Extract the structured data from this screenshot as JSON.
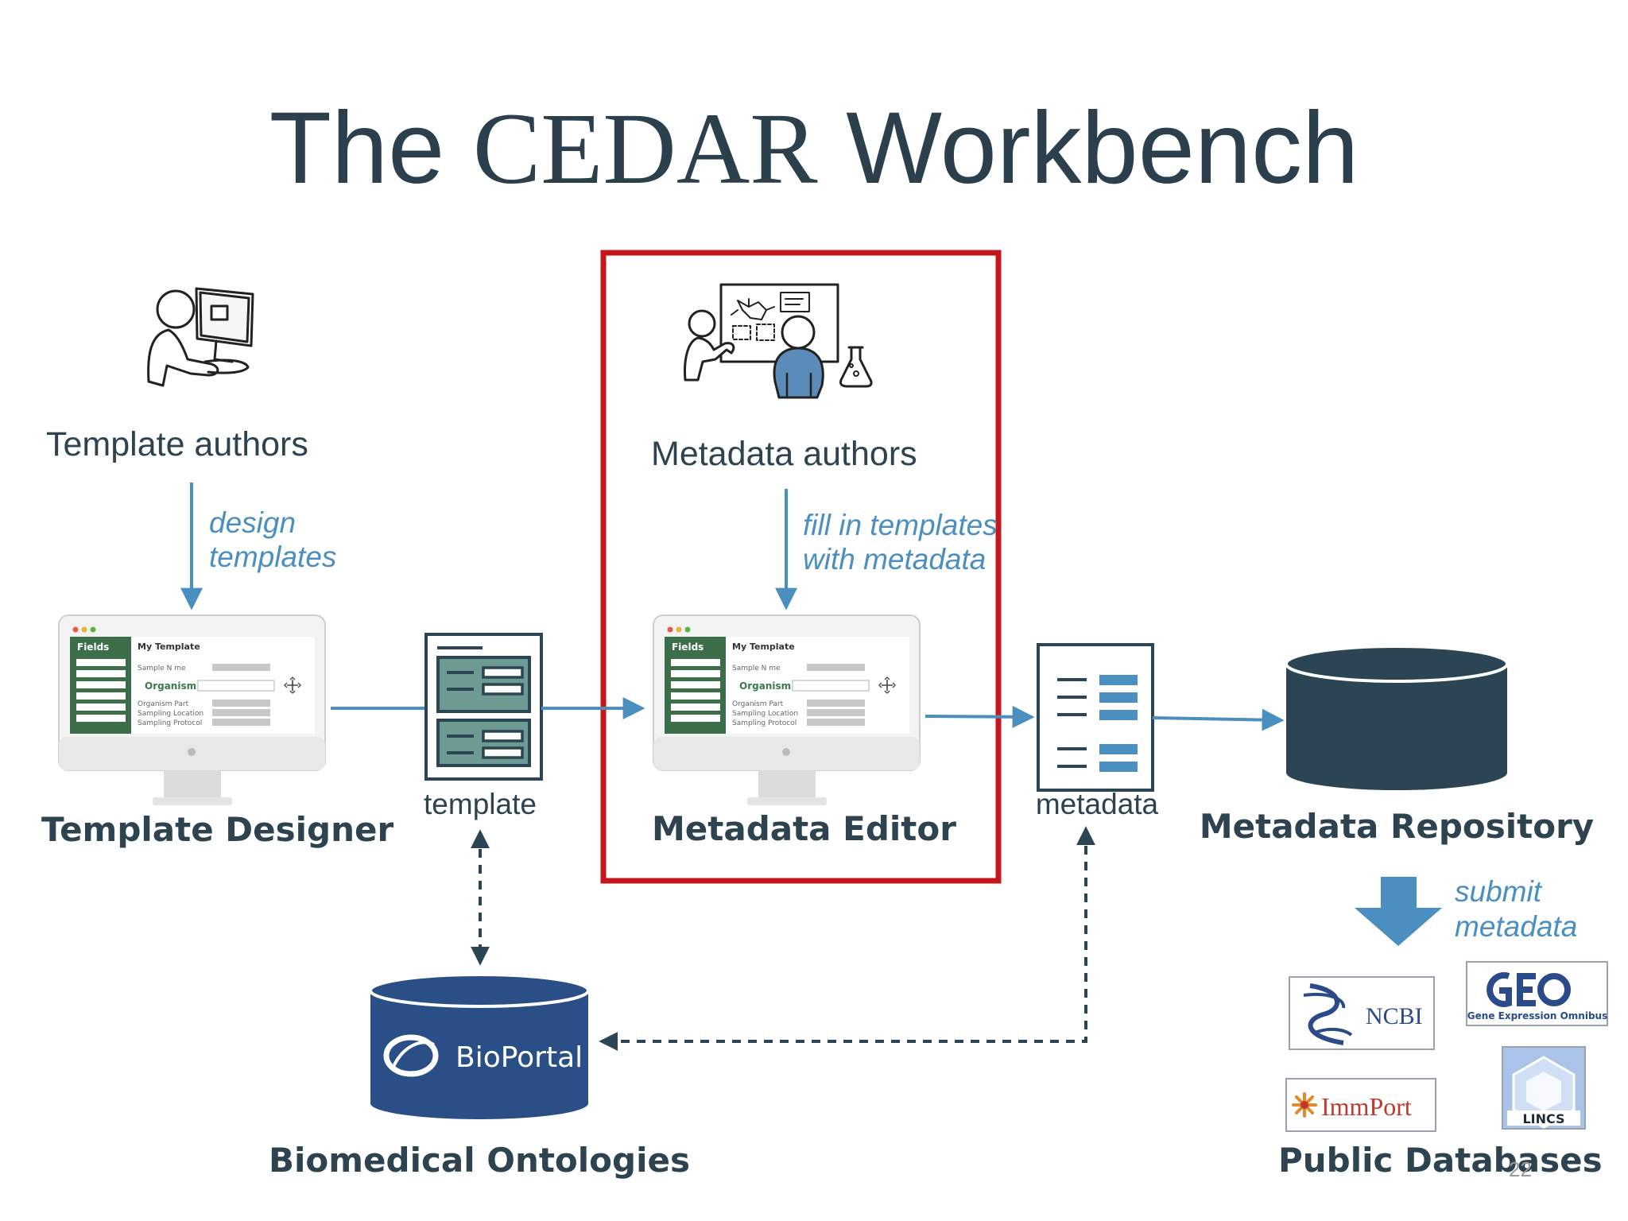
{
  "slide": {
    "title_part1": "The ",
    "title_part2": "CEDAR",
    "title_part3": " Workbench",
    "page_number": "22"
  },
  "actors": {
    "template_authors": "Template authors",
    "metadata_authors": "Metadata authors"
  },
  "actions": {
    "design_line1": "design",
    "design_line2": "templates",
    "fill_line1": "fill in templates",
    "fill_line2": "with metadata",
    "submit_line1": "submit",
    "submit_line2": "metadata"
  },
  "tools": {
    "template_designer": "Template Designer",
    "metadata_editor": "Metadata Editor",
    "metadata_repository": "Metadata Repository",
    "biomedical_ontologies": "Biomedical Ontologies",
    "public_databases": "Public Databases"
  },
  "artifacts": {
    "template": "template",
    "metadata": "metadata"
  },
  "editor_screen": {
    "fields": "Fields",
    "my_template": "My Template",
    "sample_name": "Sample N  me",
    "organism": "Organism",
    "organism_part": "Organism Part",
    "sampling_location": "Sampling Location",
    "sampling_protocol": "Sampling Protocol"
  },
  "logos": {
    "bioportal": "BioPortal",
    "ncbi": "NCBI",
    "geo_sub": "Gene Expression Omnibus",
    "immport": "ImmPort",
    "lincs": "LINCS"
  },
  "colors": {
    "title": "#2b3f4c",
    "arrow_blue": "#4a8fc0",
    "highlight_red": "#c4161c",
    "repository_dark": "#2c4554",
    "bioportal_blue": "#2a4f86",
    "fields_green": "#3d6e4a"
  }
}
